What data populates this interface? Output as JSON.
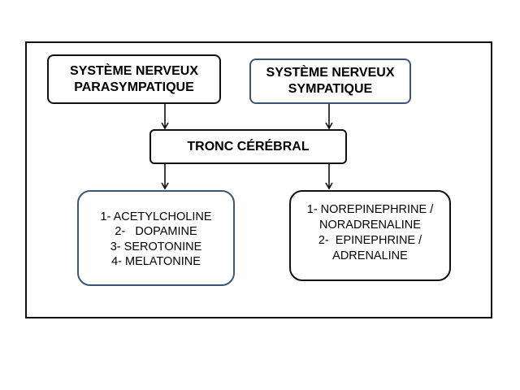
{
  "diagram": {
    "parasympathetic": {
      "line1": "SYSTÈME NERVEUX",
      "line2": "PARASYMPATIQUE"
    },
    "sympathetic": {
      "line1": "SYSTÈME NERVEUX",
      "line2": "SYMPATIQUE"
    },
    "brainstem": {
      "label": "TRONC CÉRÉBRAL"
    },
    "parasympathetic_list": [
      "1- ACETYLCHOLINE",
      "2-   DOPAMINE",
      "3- SEROTONINE",
      "4- MELATONINE"
    ],
    "sympathetic_list": [
      "1- NOREPINEPHRINE /",
      "NORADRENALINE",
      "2-  EPINEPHRINE /",
      "ADRENALINE"
    ],
    "colors": {
      "border_dark": "#111111",
      "border_blue": "#3a557a",
      "background": "#ffffff"
    }
  }
}
